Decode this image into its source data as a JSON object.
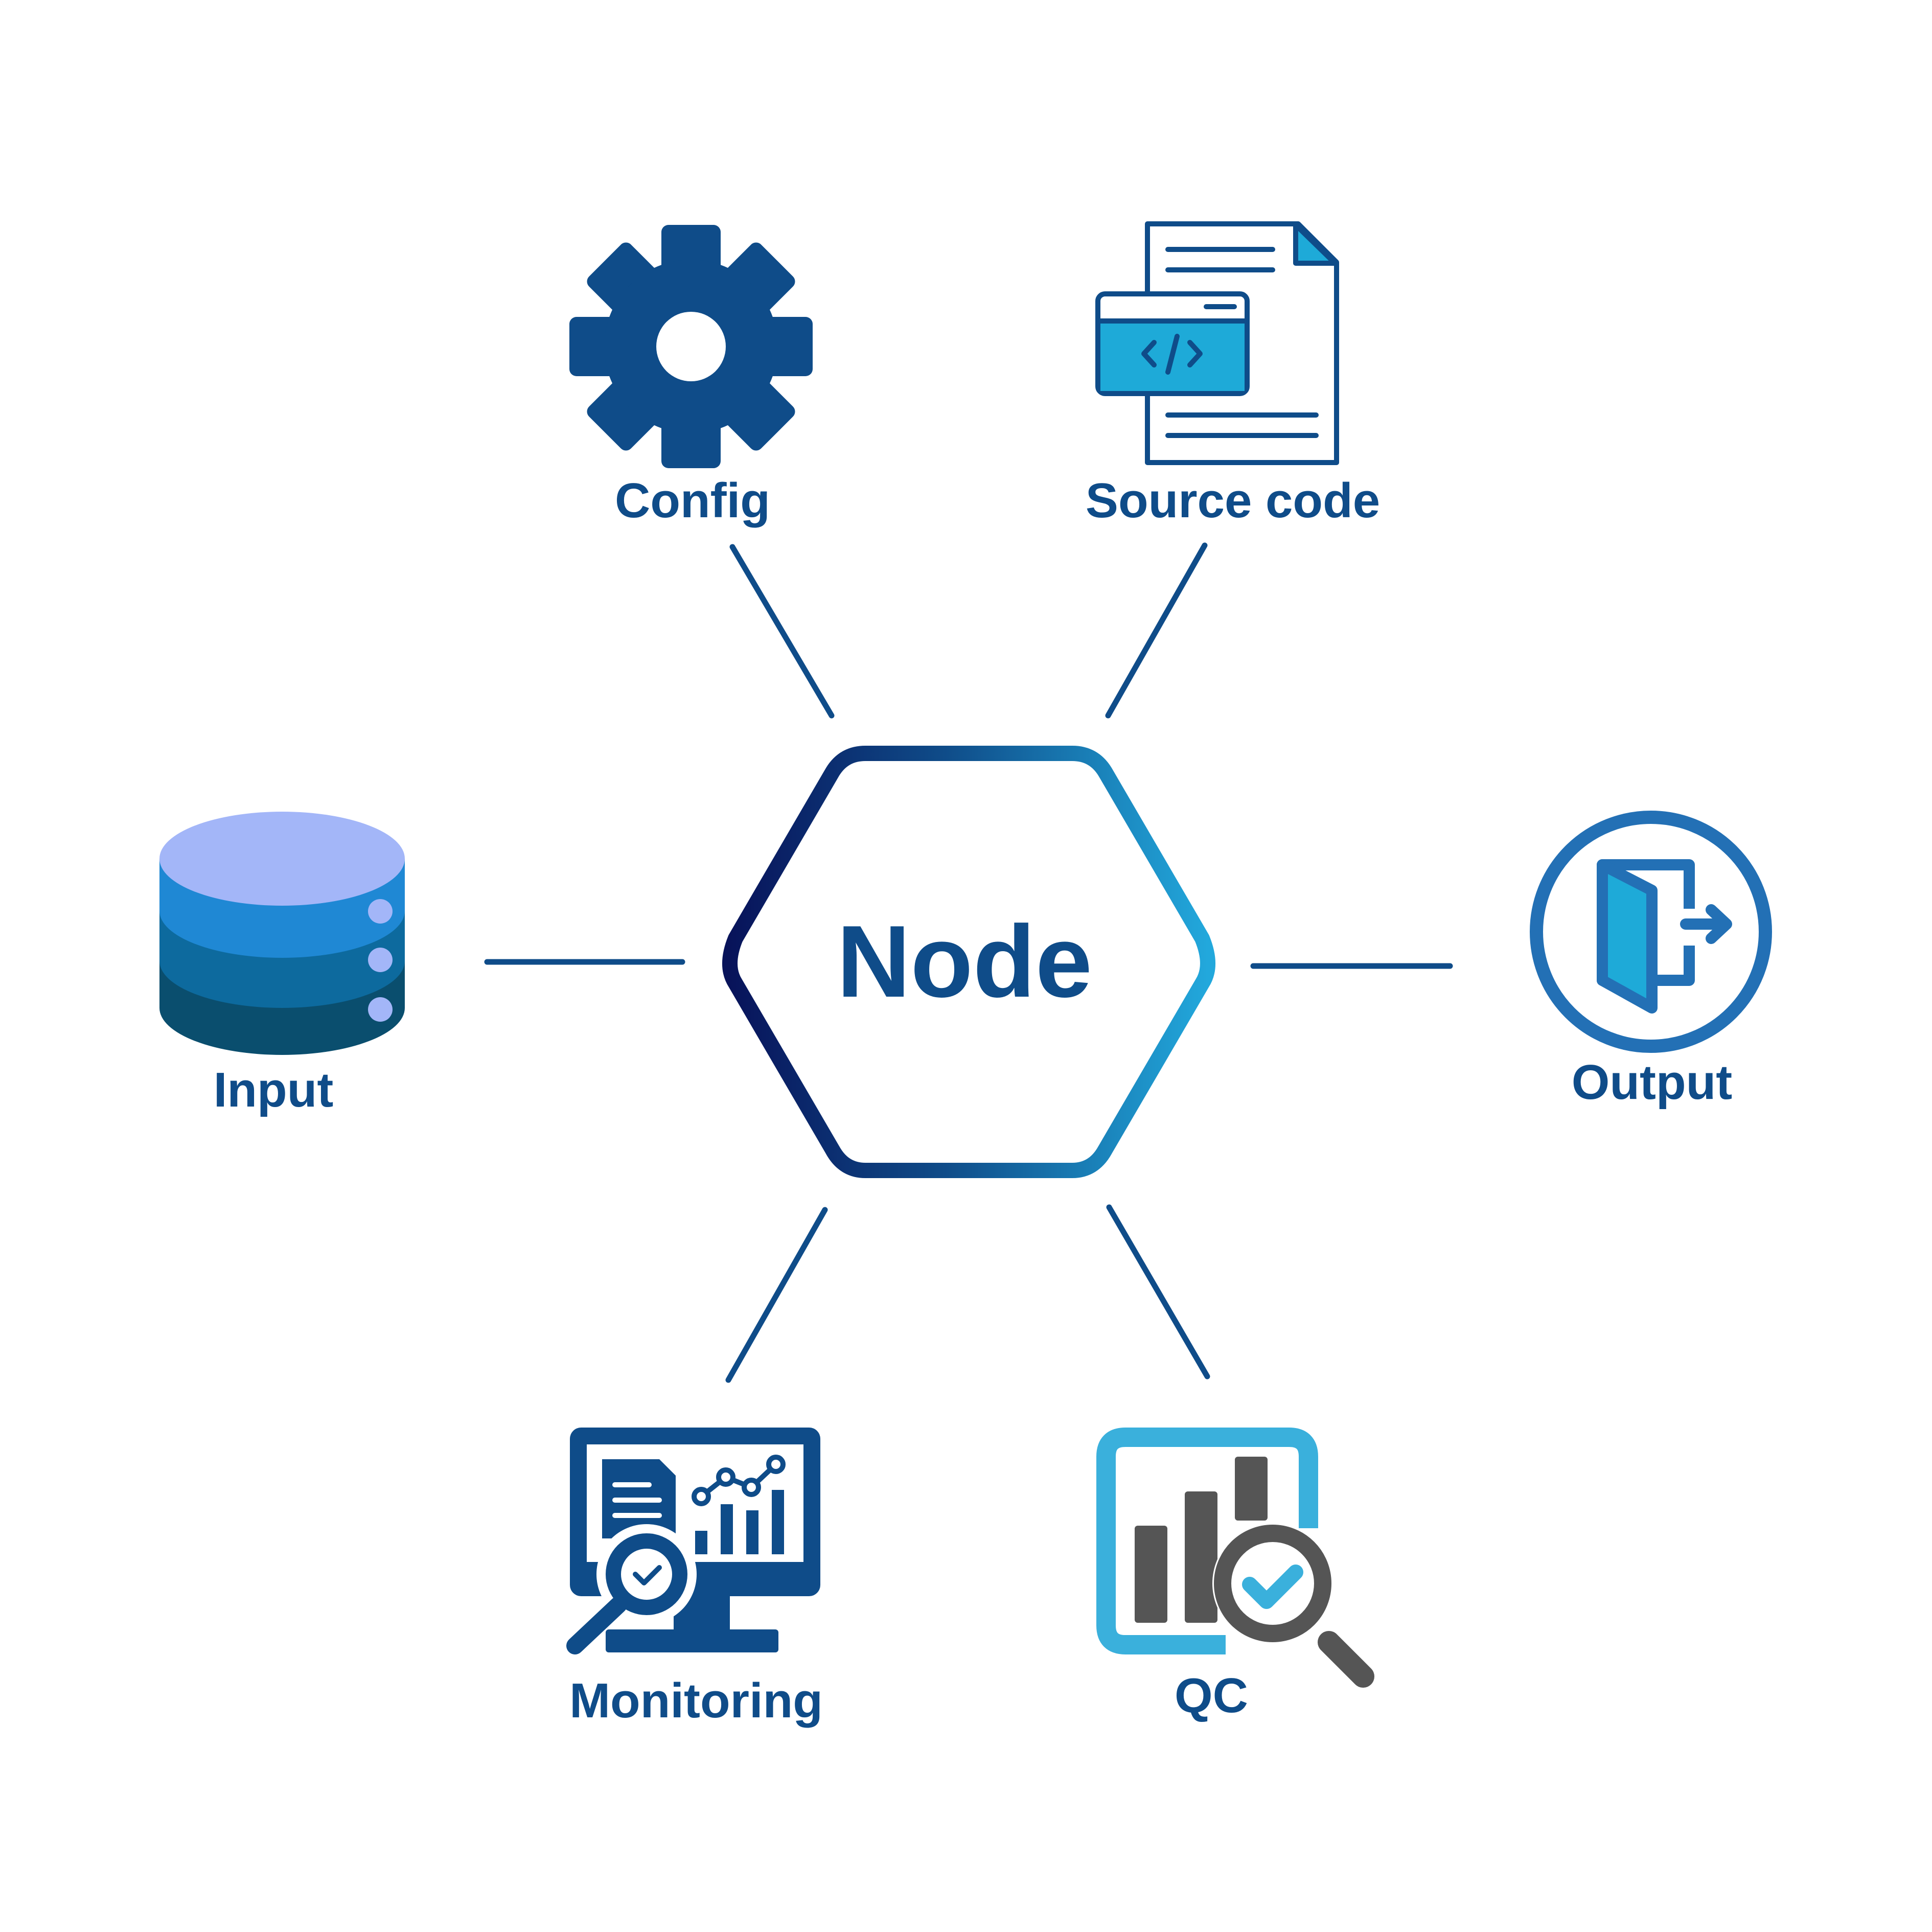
{
  "center": {
    "label": "Node"
  },
  "nodes": {
    "config": {
      "label": "Config",
      "icon": "gear-icon"
    },
    "source_code": {
      "label": "Source code",
      "icon": "code-document-icon"
    },
    "input": {
      "label": "Input",
      "icon": "database-icon"
    },
    "output": {
      "label": "Output",
      "icon": "exit-door-icon"
    },
    "monitoring": {
      "label": "Monitoring",
      "icon": "monitor-analytics-icon"
    },
    "qc": {
      "label": "QC",
      "icon": "quality-check-magnifier-icon"
    }
  },
  "colors": {
    "primary_navy": "#0f4c89",
    "dark_navy": "#0a1f5c",
    "bright_cyan": "#1eaad8",
    "mid_blue": "#2370b5",
    "lavender": "#a3b6f8",
    "gray": "#555555"
  }
}
